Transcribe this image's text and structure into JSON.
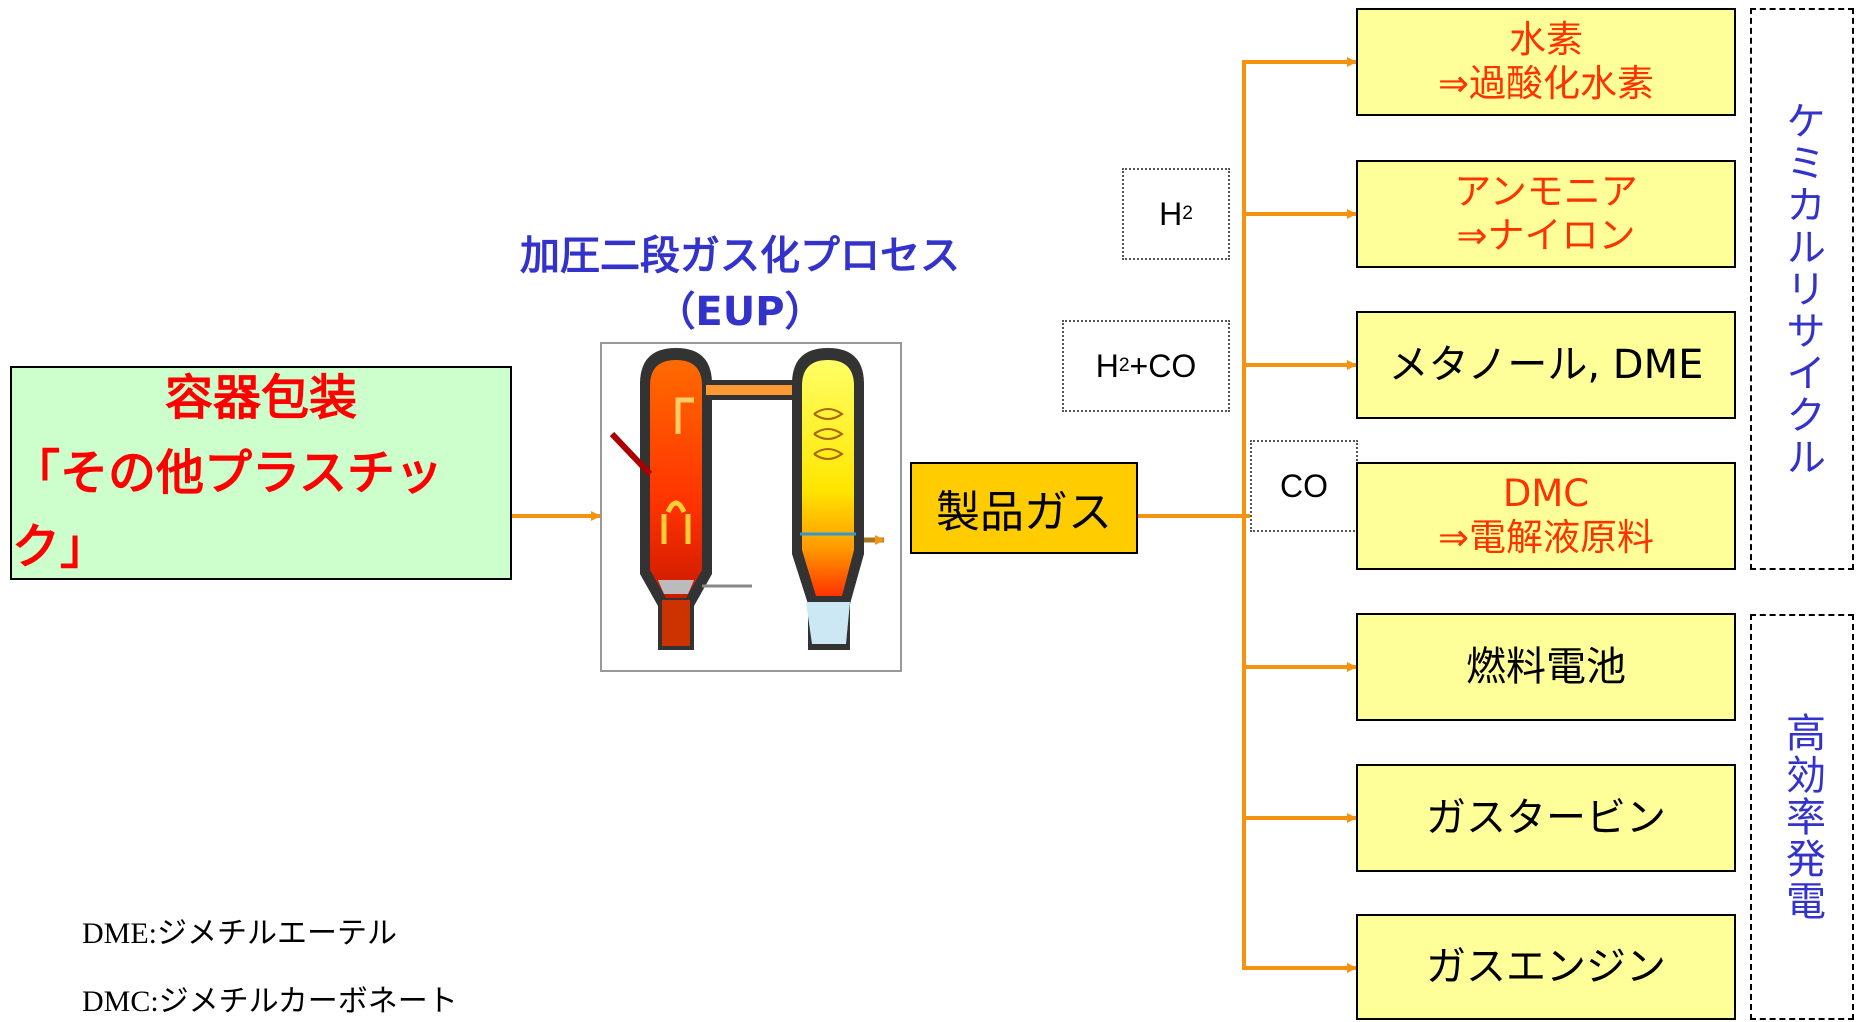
{
  "colors": {
    "arrow": "#f5920f",
    "source_bg": "#ccffcc",
    "product_bg": "#ffcc00",
    "output_bg": "#ffff99",
    "accent_red": "#ff0000",
    "accent_blue": "#3333cc"
  },
  "source": {
    "line1": "容器包装",
    "line2": "「その他プラスチック」"
  },
  "process": {
    "title": "加圧二段ガス化プロセス",
    "subtitle": "（EUP）",
    "image": "gasifier-diagram"
  },
  "product": {
    "label": "製品ガス"
  },
  "gas_labels": {
    "h2": {
      "main": "H",
      "sub": "2",
      "rest": ""
    },
    "h2co": {
      "main": "H",
      "sub": "2",
      "rest": "+CO"
    },
    "co": {
      "main": "CO"
    }
  },
  "outputs": [
    {
      "line1": "水素",
      "line2": "⇒過酸化水素"
    },
    {
      "line1": "アンモニア",
      "line2": "⇒ナイロン"
    },
    {
      "line1": "メタノール, DME"
    },
    {
      "line1": "DMC",
      "line2": "⇒電解液原料"
    },
    {
      "line1": "燃料電池"
    },
    {
      "line1": "ガスタービン"
    },
    {
      "line1": "ガスエンジン"
    }
  ],
  "groups": {
    "chemical": "ケミカルリサイクル",
    "power": "高効率発電"
  },
  "notes": {
    "dme": "DME:ジメチルエーテル",
    "dmc": "DMC:ジメチルカーボネート"
  }
}
